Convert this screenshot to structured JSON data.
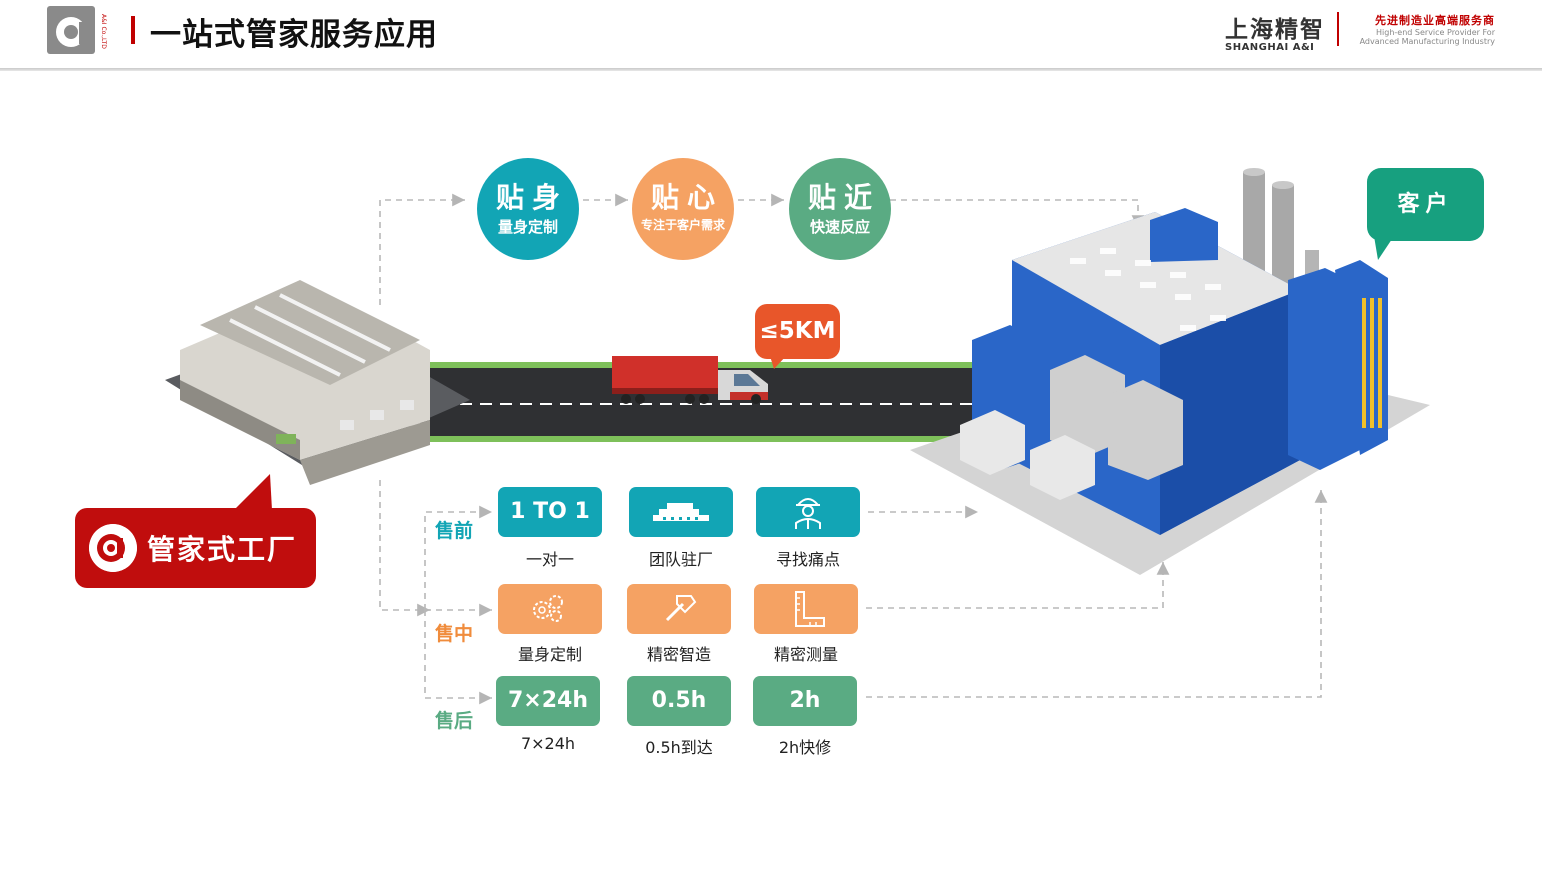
{
  "header": {
    "title": "一站式管家服务应用",
    "brand_cn": "上海精智",
    "brand_en": "SHANGHAI A&I",
    "brand_tag_cn": "先进制造业高端服务商",
    "brand_tag_en_1": "High-end Service Provider For",
    "brand_tag_en_2": "Advanced Manufacturing Industry",
    "logo_side_text": "A&I Co.,LTD"
  },
  "circles": [
    {
      "big": "贴身",
      "small": "量身定制",
      "color": "#12a5b5"
    },
    {
      "big": "贴心",
      "small": "专注于客户需求",
      "color": "#f5a263"
    },
    {
      "big": "贴近",
      "small": "快速反应",
      "color": "#5aab83"
    }
  ],
  "callouts": {
    "distance": "≤5KM",
    "customer": "客户",
    "factory": "管家式工厂"
  },
  "phases": {
    "pre": {
      "label": "售前",
      "color": "#12a5b5"
    },
    "mid": {
      "label": "售中",
      "color": "#f08c3c"
    },
    "post": {
      "label": "售后",
      "color": "#5aab83"
    }
  },
  "tiles": {
    "pre": [
      {
        "text": "1 TO 1",
        "label": "一对一",
        "icon": "text"
      },
      {
        "text": "",
        "label": "团队驻厂",
        "icon": "building-icon"
      },
      {
        "text": "",
        "label": "寻找痛点",
        "icon": "worker-icon"
      }
    ],
    "mid": [
      {
        "text": "",
        "label": "量身定制",
        "icon": "gears-icon"
      },
      {
        "text": "",
        "label": "精密智造",
        "icon": "hammer-icon"
      },
      {
        "text": "",
        "label": "精密测量",
        "icon": "ruler-icon"
      }
    ],
    "post": [
      {
        "text": "7×24h",
        "label": "7×24h",
        "icon": "text"
      },
      {
        "text": "0.5h",
        "label": "0.5h到达",
        "icon": "text"
      },
      {
        "text": "2h",
        "label": "2h快修",
        "icon": "text"
      }
    ]
  }
}
